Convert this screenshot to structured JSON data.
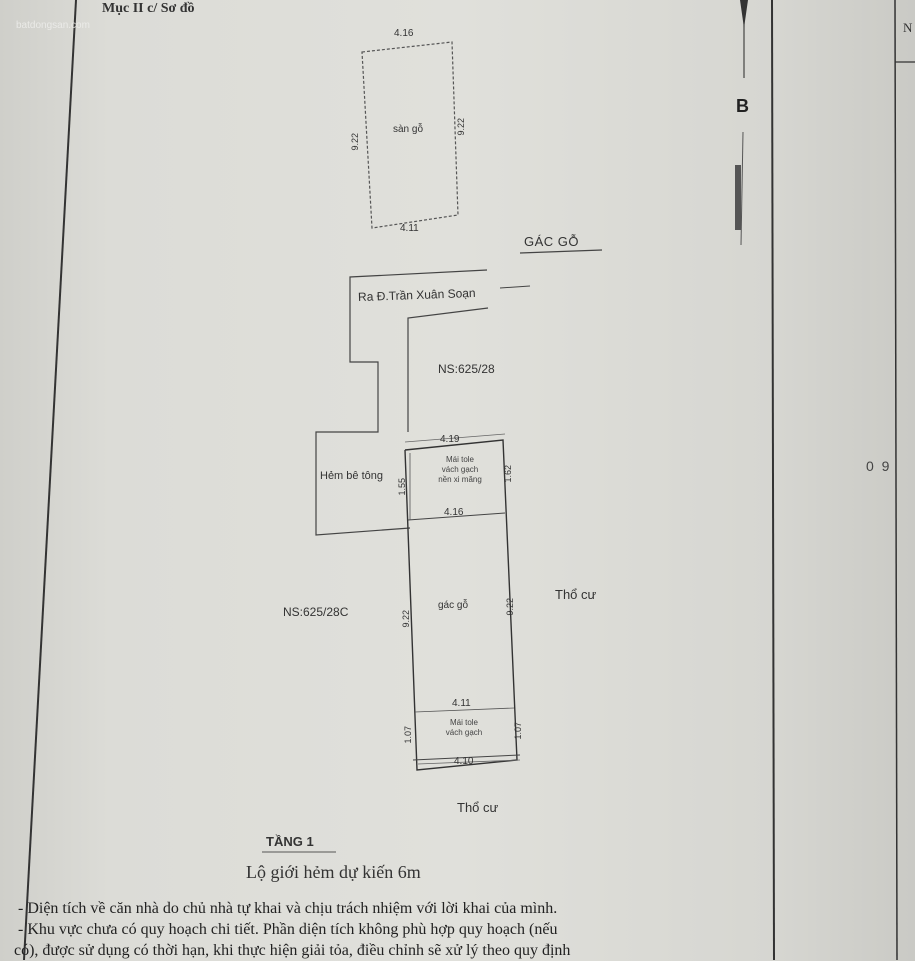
{
  "watermark": "batdongsan.com",
  "section_title": "Mục II c/ Sơ đồ",
  "north_arrow": {
    "label": "B"
  },
  "right_column": {
    "header_fragment": "N",
    "mark": "0 9"
  },
  "upper_floor": {
    "heading": "GÁC GỖ",
    "room_label": "sàn gỗ",
    "dim_top": "4.16",
    "dim_bottom": "4.11",
    "dim_left": "9.22",
    "dim_right": "9.22"
  },
  "site": {
    "road_label": "Ra Đ.Trần Xuân Soạn",
    "lot_north": "NS:625/28",
    "lot_west": "NS:625/28C",
    "alley_label": "Hẻm bê tông",
    "east_label": "Thổ cư",
    "south_label": "Thổ cư"
  },
  "ground_floor": {
    "front_section": {
      "label_lines": [
        "Mái tole",
        "vách gạch",
        "nền xi măng"
      ],
      "dim_top": "4.19",
      "dim_bottom": "4.16",
      "dim_left": "1.55",
      "dim_right": "1.62"
    },
    "middle_section": {
      "label": "gác gỗ",
      "dim_left": "9.22",
      "dim_right": "9.22"
    },
    "rear_section": {
      "label_lines": [
        "Mái tole",
        "vách gạch"
      ],
      "dim_top": "4.11",
      "dim_bottom": "4.10",
      "dim_left": "1.07",
      "dim_right": "1.07"
    }
  },
  "floor_caption": "TẦNG 1",
  "setback_note": "Lộ giới hẻm dự kiến 6m",
  "notes": [
    "Diện tích về căn nhà do chủ nhà tự khai và chịu trách nhiệm với lời khai của mình.",
    "Khu vực chưa có quy hoạch chi tiết. Phần diện tích không phù hợp quy hoạch (nếu",
    "có), được sử dụng có thời hạn, khi thực hiện giải tỏa, điều chỉnh sẽ xử lý theo quy định"
  ]
}
